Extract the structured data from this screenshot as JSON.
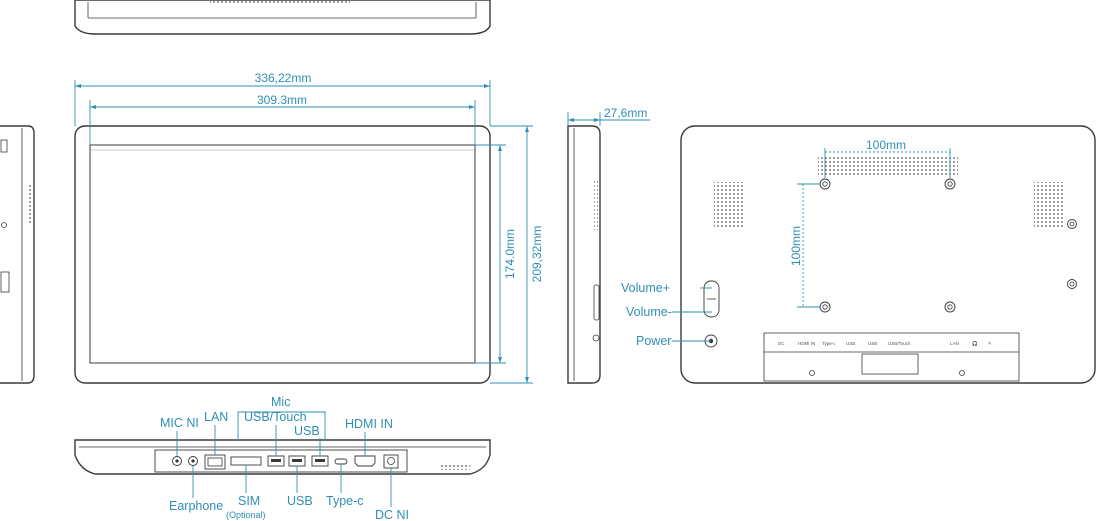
{
  "dimensions": {
    "outer_width": "336,22mm",
    "screen_width": "309.3mm",
    "screen_height": "174.0mm",
    "outer_height": "209,32mm",
    "depth": "27,6mm",
    "vesa_horizontal": "100mm",
    "vesa_vertical": "100mm"
  },
  "side_buttons": {
    "volume_up": "Volume+",
    "volume_down": "Volume-",
    "power": "Power"
  },
  "ports_top": {
    "mic": "Mic",
    "mic_ni": "MIC NI",
    "lan": "LAN",
    "usb_touch": "USB/Touch",
    "usb": "USB",
    "hdmi_in": "HDMI IN"
  },
  "ports_bottom": {
    "earphone": "Earphone",
    "sim": "SIM",
    "sim_note": "(Optional)",
    "usb": "USB",
    "type_c": "Type-c",
    "dc_ni": "DC NI"
  },
  "rear_port_strip": [
    "DC",
    "HDMI IN",
    "Type-c",
    "USB",
    "USB",
    "USB/Touch",
    "LAN"
  ],
  "colors": {
    "annotation": "#2f8fb5",
    "outline": "#3a3a3a"
  }
}
